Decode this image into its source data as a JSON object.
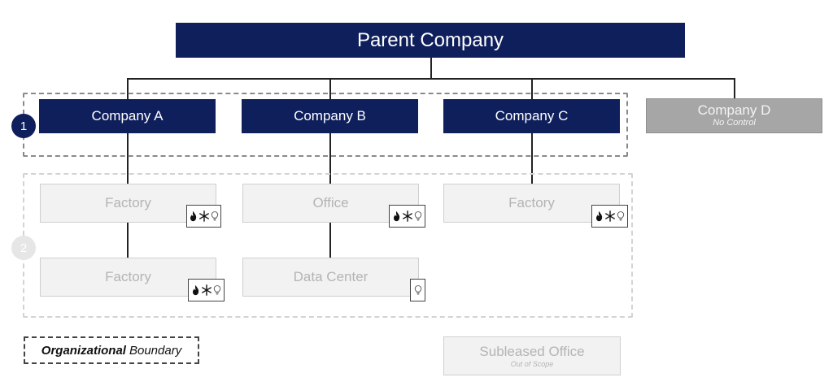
{
  "parent": {
    "label": "Parent Company"
  },
  "companies": [
    {
      "label": "Company A"
    },
    {
      "label": "Company B"
    },
    {
      "label": "Company C"
    }
  ],
  "company_d": {
    "label": "Company D",
    "note": "No Control"
  },
  "levels": {
    "one": "1",
    "two": "2"
  },
  "facilities": {
    "a1": "Factory",
    "a2": "Factory",
    "b1": "Office",
    "b2": "Data Center",
    "c1": "Factory"
  },
  "subleased": {
    "label": "Subleased Office",
    "note": "Out of Scope"
  },
  "legend": {
    "bold": "Organizational",
    "rest": "Boundary"
  },
  "colors": {
    "navy": "#0f1f5c",
    "gray": "#a6a6a6",
    "faded": "#f2f2f2"
  },
  "icons": [
    "flame-icon",
    "snowflake-icon",
    "lightbulb-icon"
  ]
}
